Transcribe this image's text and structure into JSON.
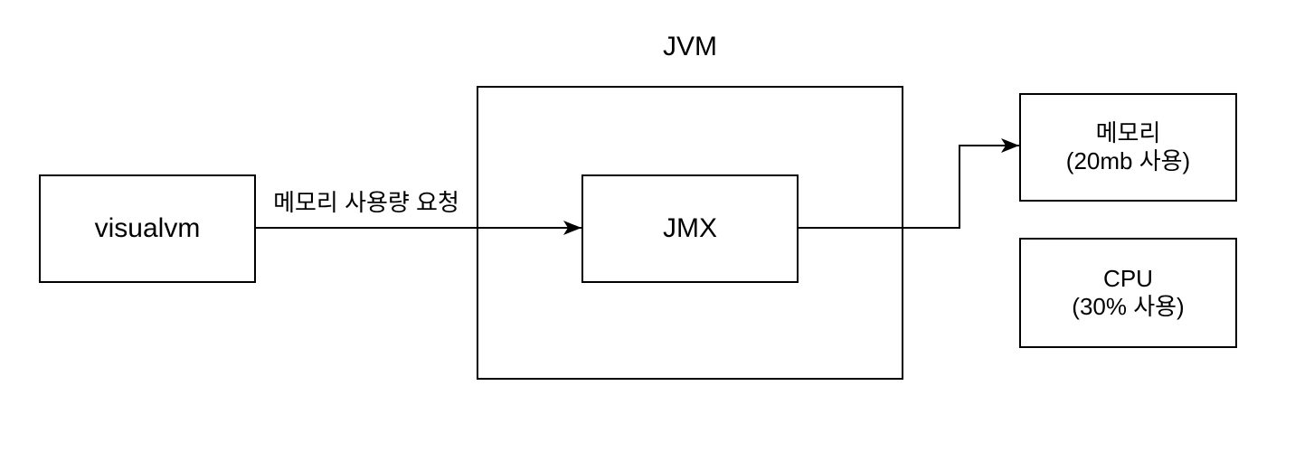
{
  "diagram": {
    "group_title": "JVM",
    "nodes": {
      "visualvm": {
        "label": "visualvm"
      },
      "jmx": {
        "label": "JMX"
      },
      "memory": {
        "line1": "메모리",
        "line2": "(20mb 사용)"
      },
      "cpu": {
        "line1": "CPU",
        "line2": "(30% 사용)"
      }
    },
    "edges": {
      "visualvm_to_jmx": {
        "label": "메모리 사용량 요청"
      }
    },
    "colors": {
      "stroke": "#000000",
      "background": "#ffffff",
      "text": "#000000"
    }
  }
}
